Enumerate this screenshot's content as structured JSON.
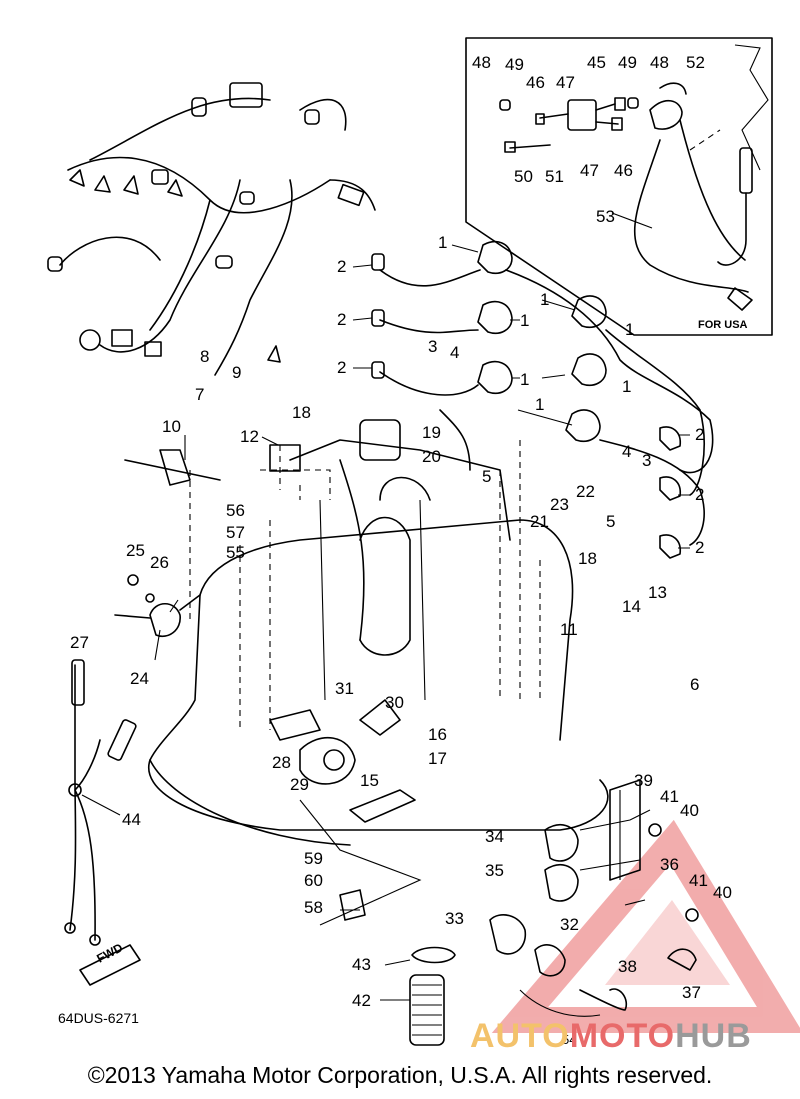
{
  "diagram": {
    "drawing_code": "64DUS-6271",
    "copyright": "©2013 Yamaha Motor Corporation, U.S.A. All rights reserved.",
    "inset_note": "FOR USA",
    "direction_label": "FWD",
    "watermark": {
      "part1": "AUTO",
      "part2": "MOTO",
      "part3": "HUB"
    },
    "callouts": {
      "c1a": "1",
      "c1b": "1",
      "c1c": "1",
      "c1d": "1",
      "c1e": "1",
      "c1f": "1",
      "c1g": "1",
      "c2a": "2",
      "c2b": "2",
      "c2c": "2",
      "c2d": "2",
      "c2e": "2",
      "c2f": "2",
      "c3a": "3",
      "c3b": "3",
      "c4a": "4",
      "c4b": "4",
      "c5a": "5",
      "c5b": "5",
      "c6": "6",
      "c7": "7",
      "c8": "8",
      "c9": "9",
      "c10": "10",
      "c11": "11",
      "c12": "12",
      "c13": "13",
      "c14": "14",
      "c15": "15",
      "c16": "16",
      "c17": "17",
      "c18a": "18",
      "c18b": "18",
      "c19": "19",
      "c20": "20",
      "c21": "21",
      "c22": "22",
      "c23": "23",
      "c24": "24",
      "c25": "25",
      "c26": "26",
      "c27": "27",
      "c28": "28",
      "c29": "29",
      "c30": "30",
      "c31": "31",
      "c32": "32",
      "c33": "33",
      "c34": "34",
      "c35": "35",
      "c36": "36",
      "c37": "37",
      "c38": "38",
      "c39": "39",
      "c40a": "40",
      "c40b": "40",
      "c41a": "41",
      "c41b": "41",
      "c42": "42",
      "c43": "43",
      "c44": "44",
      "c45": "45",
      "c46a": "46",
      "c46b": "46",
      "c47a": "47",
      "c47b": "47",
      "c48a": "48",
      "c48b": "48",
      "c49a": "49",
      "c49b": "49",
      "c50": "50",
      "c51": "51",
      "c52": "52",
      "c53": "53",
      "c54": "54",
      "c55": "55",
      "c56": "56",
      "c57": "57",
      "c58": "58",
      "c59": "59",
      "c60": "60"
    },
    "colors": {
      "ink": "#000000",
      "watermark_red": "#e86a6a",
      "watermark_gold": "#f3c26b",
      "watermark_grey": "#9a9a9a"
    }
  }
}
